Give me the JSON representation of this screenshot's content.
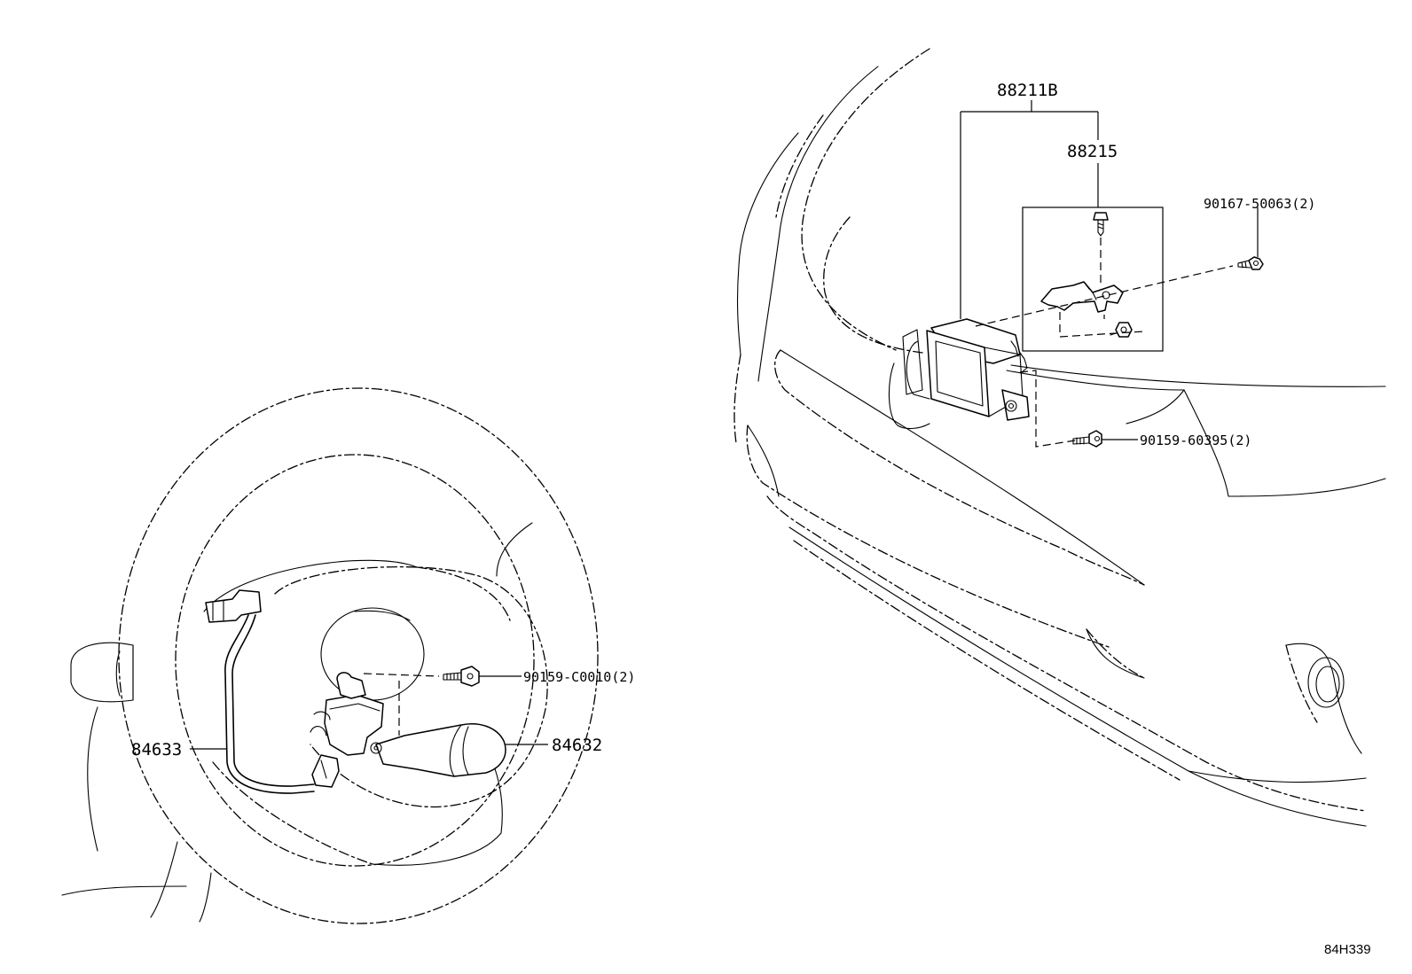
{
  "diagram": {
    "labels": {
      "p88211b": "88211B",
      "p88215": "88215",
      "p90167": "90167-50063(2)",
      "p90159_60395": "90159-60395(2)",
      "p90159_c0010": "90159-C0010(2)",
      "p84633": "84633",
      "p84632": "84632"
    },
    "reference_code": "84H339"
  }
}
